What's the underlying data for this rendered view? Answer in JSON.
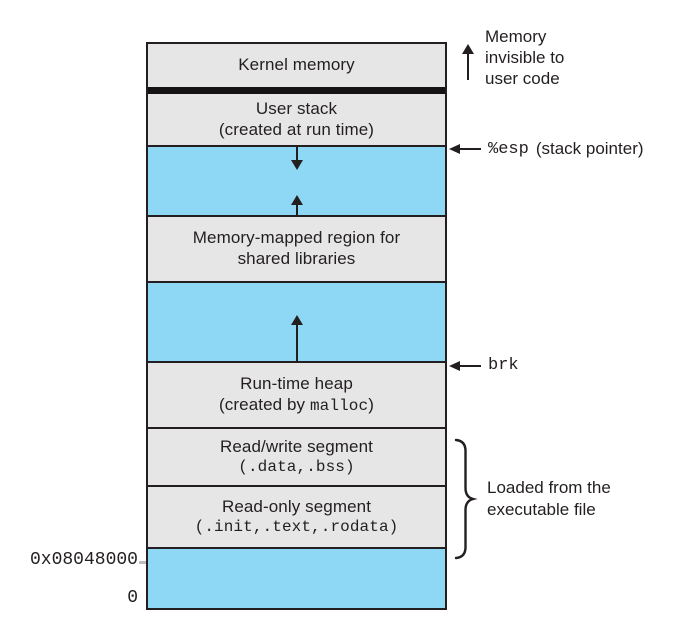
{
  "diagram_title": "process-virtual-address-space",
  "colors": {
    "region_blue": "#8ed8f6",
    "region_gray": "#e6e6e6",
    "line": "#231f20",
    "background": "#ffffff"
  },
  "box": {
    "kernel": {
      "line1": "Kernel memory"
    },
    "user_stack": {
      "line1": "User stack",
      "line2": "(created at run time)"
    },
    "mmap": {
      "line1": "Memory-mapped region for",
      "line2": "shared libraries"
    },
    "heap": {
      "line1": "Run-time heap",
      "line2_pre": "(created by ",
      "line2_mono": "malloc",
      "line2_post": ")"
    },
    "rw_segment": {
      "line1": "Read/write segment",
      "line2": "(.data,.bss)"
    },
    "ro_segment": {
      "line1": "Read-only segment",
      "line2": "(.init,.text,.rodata)"
    }
  },
  "annotations": {
    "memory_invisible": {
      "line1": "Memory",
      "line2": "invisible to",
      "line3": "user code"
    },
    "esp": {
      "mono": "%esp",
      "rest": "(stack pointer)"
    },
    "brk": {
      "mono": "brk"
    },
    "loaded": {
      "line1": "Loaded from the",
      "line2": "executable file"
    },
    "addr_start": "0x08048000",
    "addr_zero": "0"
  }
}
